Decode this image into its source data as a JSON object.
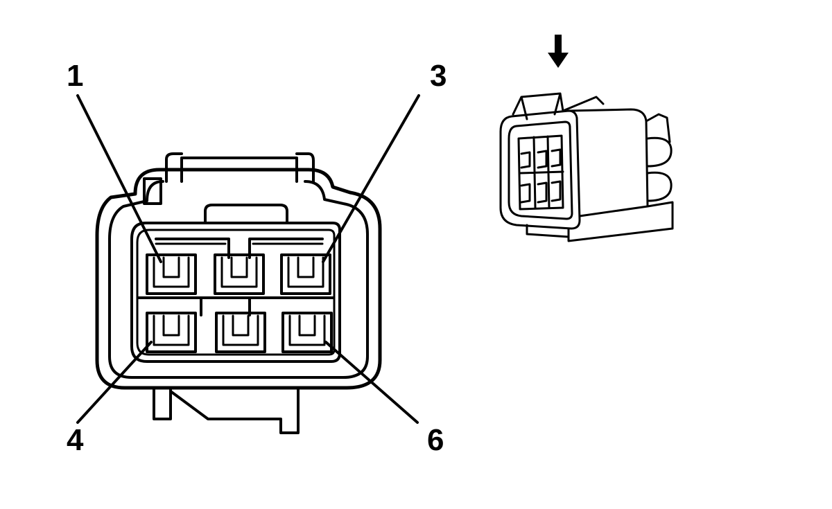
{
  "labels": {
    "pin_1": "1",
    "pin_3": "3",
    "pin_4": "4",
    "pin_6": "6"
  },
  "colors": {
    "line": "#000000",
    "background": "#ffffff"
  }
}
